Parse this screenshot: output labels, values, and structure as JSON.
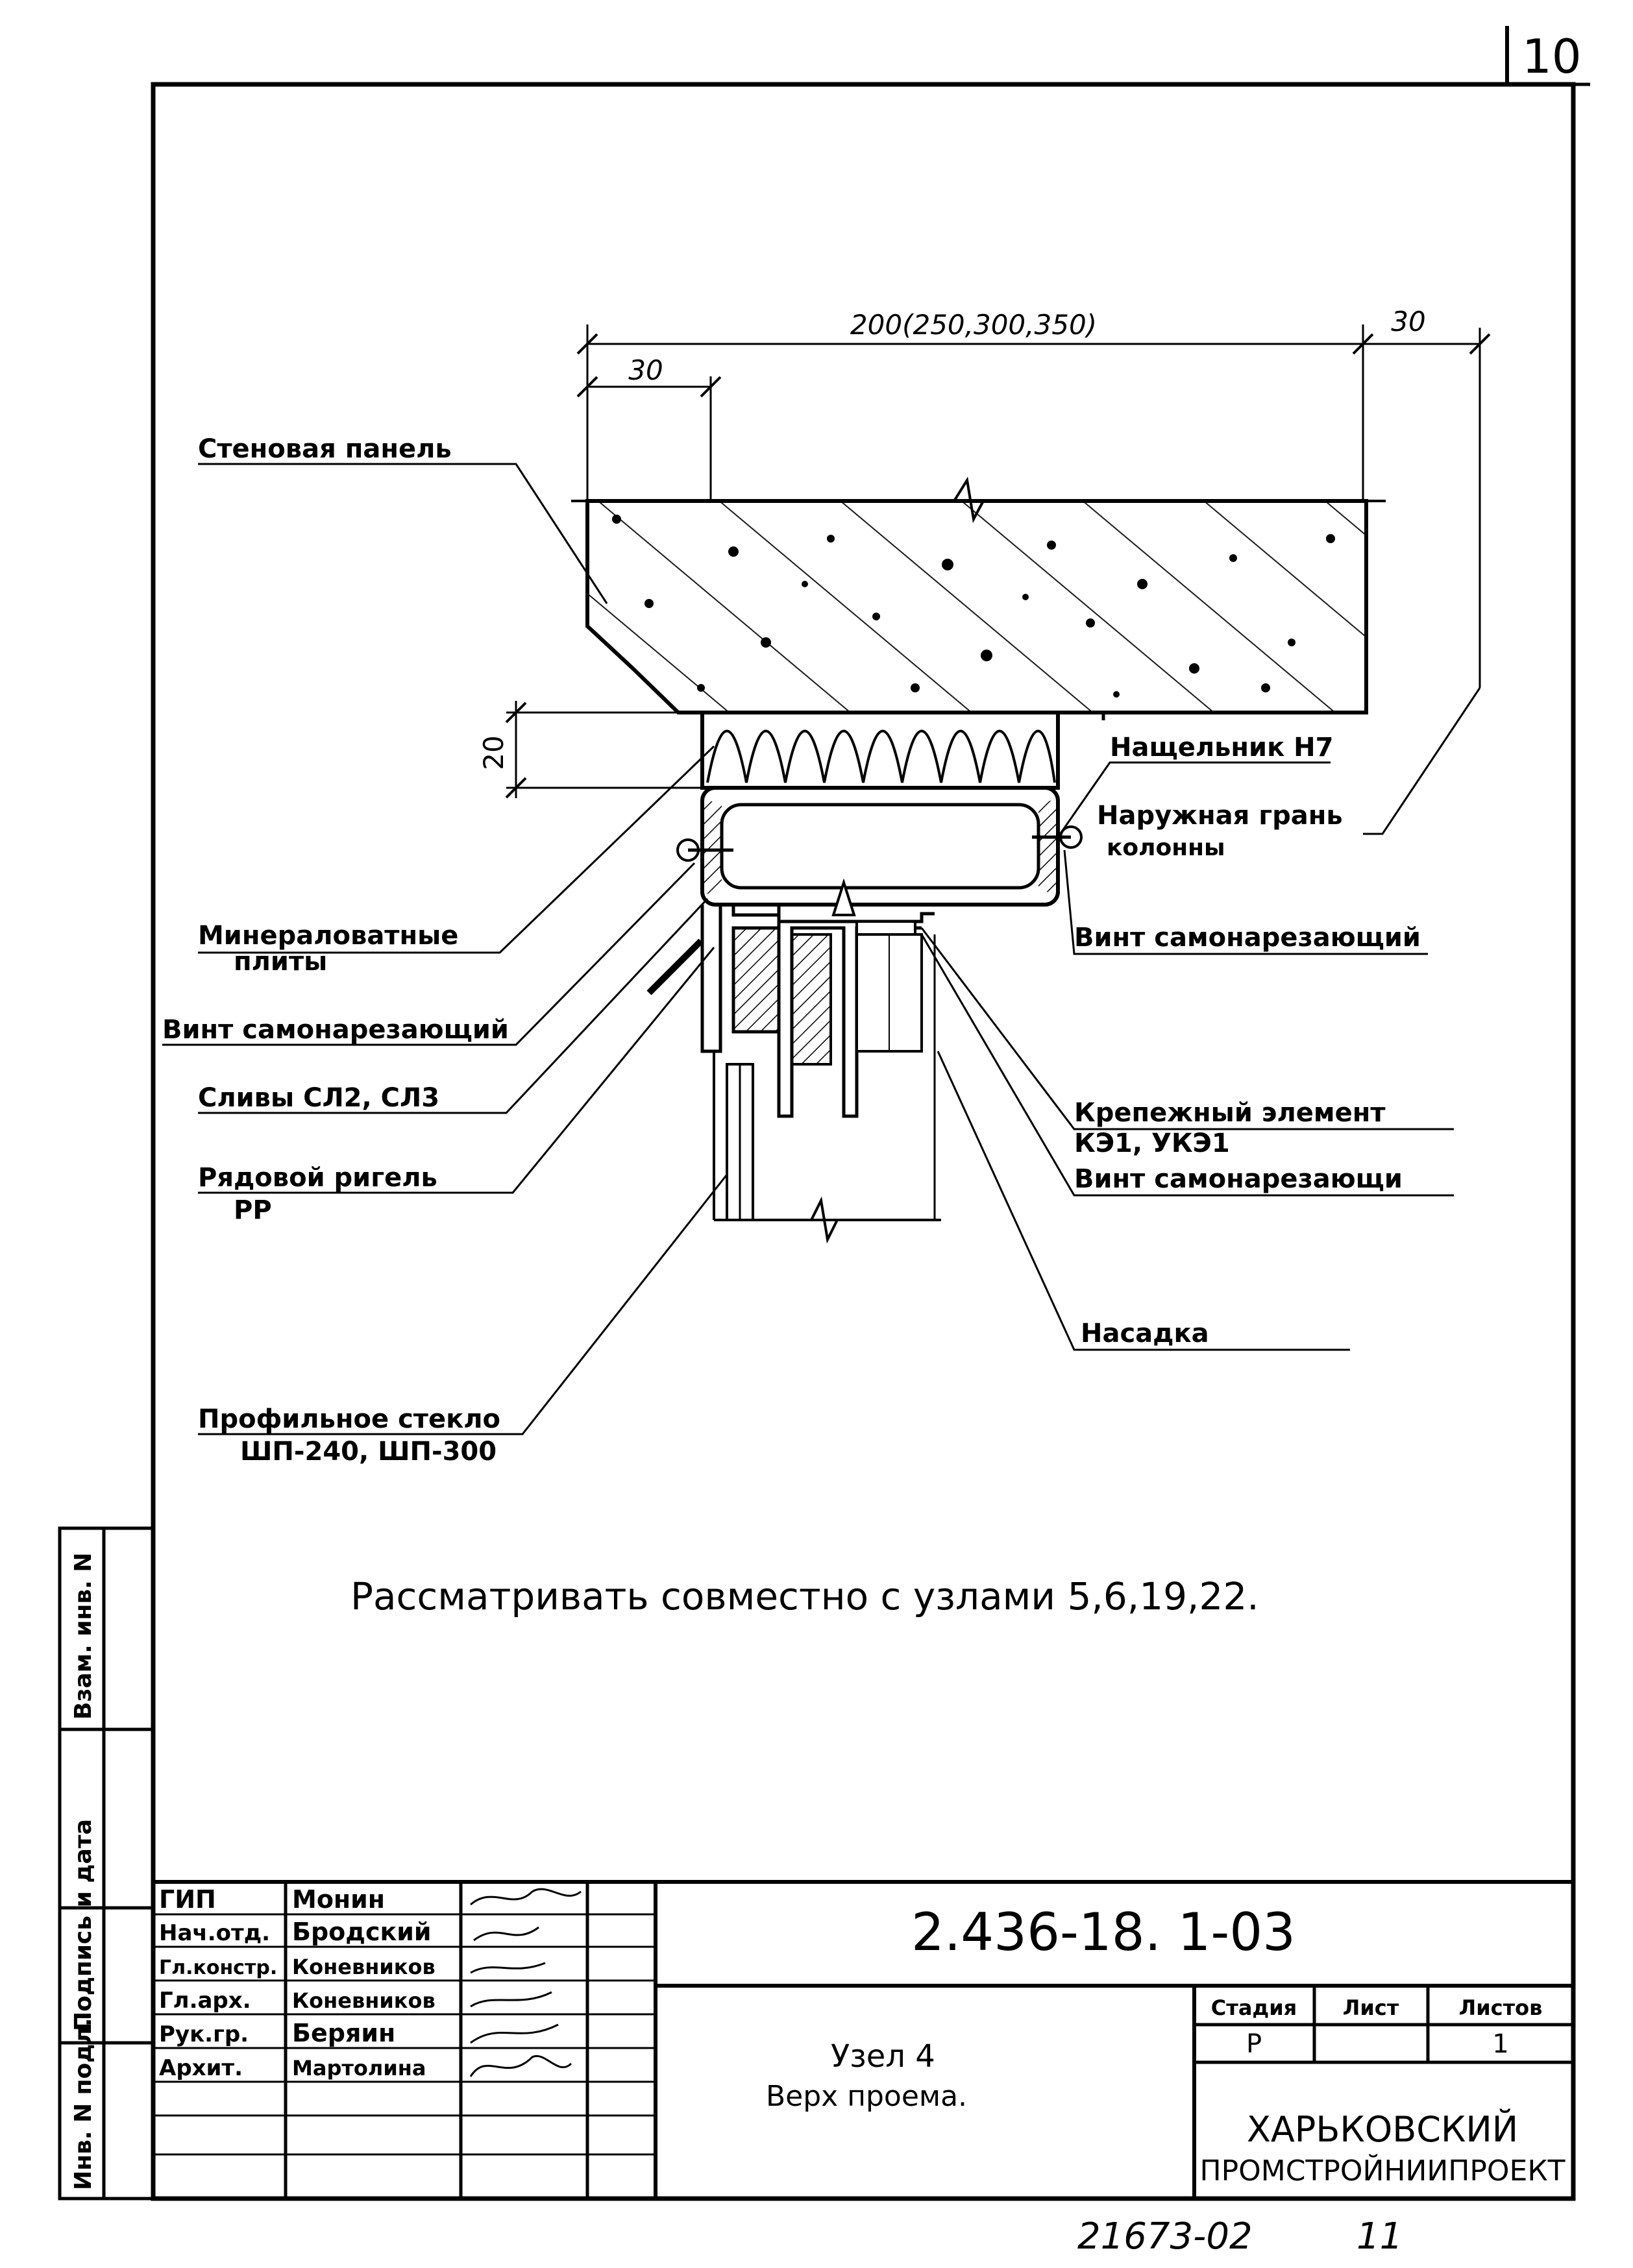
{
  "page_number": "10",
  "dimensions": {
    "overall": "200(250,300,350)",
    "edge_right": "30",
    "edge_left": "30",
    "insulation_thickness": "20"
  },
  "callouts": {
    "wall_panel": "Стеновая панель",
    "mineral_wool_1": "Минераловатные",
    "mineral_wool_2": "плиты",
    "screw_left": "Винт самонарезающий",
    "flashing": "Сливы СЛ2, СЛ3",
    "transom_1": "Рядовой ригель",
    "transom_2": "РР",
    "glass_1": "Профильное стекло",
    "glass_2": "ШП-240, ШП-300",
    "batten": "Нащельник Н7",
    "column_face_1": "Наружная грань",
    "column_face_2": "колонны",
    "screw_right": "Винт самонарезающий",
    "fastener_1": "Крепежный элемент",
    "fastener_2": "КЭ1, УКЭ1",
    "screw_right2": "Винт самонарезающи",
    "cap": "Насадка"
  },
  "note": "Рассматривать совместно с узлами 5,6,19,22.",
  "side_stamp": {
    "inv_podl": "Инв. N подл.",
    "sign_date": "Подпись и дата",
    "vzam_inv": "Взам. инв. N"
  },
  "title_block": {
    "staff": [
      {
        "role": "ГИП",
        "name": "Монин"
      },
      {
        "role": "Нач.отд.",
        "name": "Бродский"
      },
      {
        "role": "Гл.констр.",
        "name": "Коневников"
      },
      {
        "role": "Гл.арх.",
        "name": "Коневников"
      },
      {
        "role": "Рук.гр.",
        "name": "Беряин"
      },
      {
        "role": "Архит.",
        "name": "Мартолина"
      }
    ],
    "designation": "2.436-18. 1-03",
    "title_line1": "Узел 4",
    "title_line2": "Верх проема.",
    "stage_header": "Стадия",
    "sheet_header": "Лист",
    "sheets_header": "Листов",
    "stage_value": "Р",
    "sheet_value": "",
    "sheets_value": "1",
    "org_line1": "ХАРЬКОВСКИЙ",
    "org_line2": "ПРОМСТРОЙНИИПРОЕКТ"
  },
  "archive_number": "21673-02",
  "archive_sheet": "11"
}
